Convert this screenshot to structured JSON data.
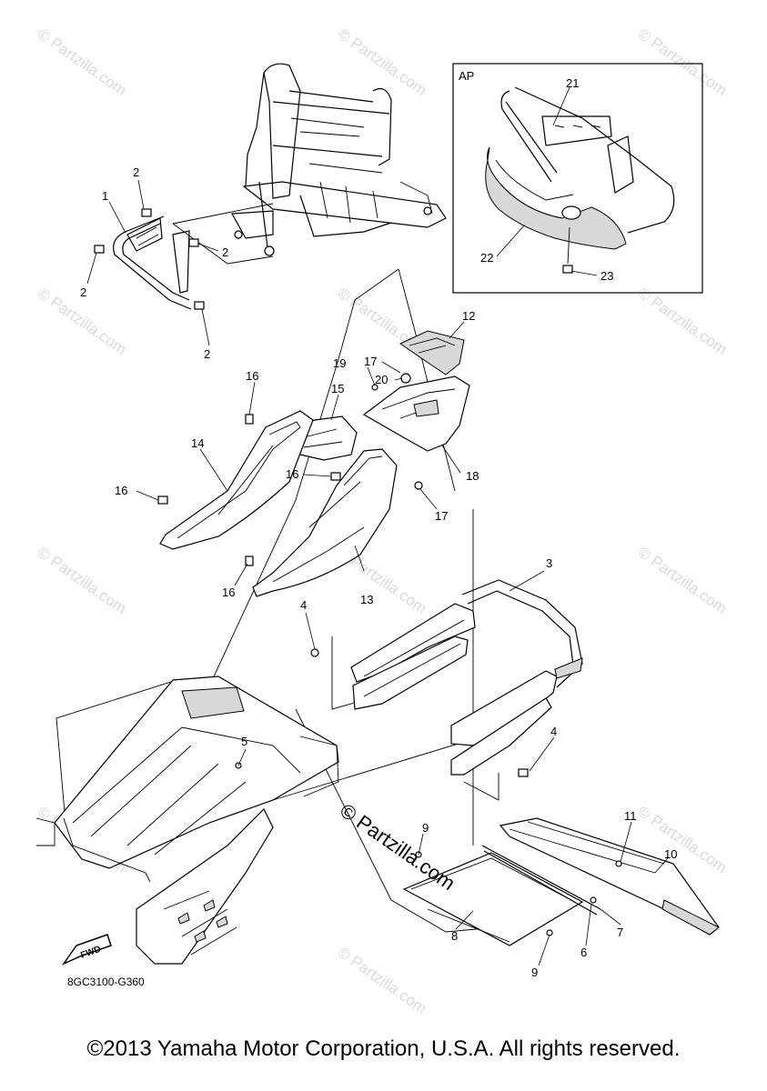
{
  "watermarks": [
    "© Partzilla.com",
    "© Partzilla.com",
    "© Partzilla.com",
    "© Partzilla.com",
    "© Partzilla.com",
    "© Partzilla.com",
    "© Partzilla.com",
    "© Partzilla.com",
    "© Partzilla.com",
    "© Partzilla.com",
    "© Partzilla.com",
    "© Partzilla.com"
  ],
  "center_watermark": "© Partzilla.com",
  "inset": {
    "label": "AP"
  },
  "callouts": {
    "c1": "1",
    "c2a": "2",
    "c2b": "2",
    "c2c": "2",
    "c2d": "2",
    "c3": "3",
    "c4a": "4",
    "c4b": "4",
    "c5": "5",
    "c6": "6",
    "c7": "7",
    "c8": "8",
    "c9a": "9",
    "c9b": "9",
    "c10": "10",
    "c11": "11",
    "c12": "12",
    "c13": "13",
    "c14": "14",
    "c15": "15",
    "c16a": "16",
    "c16b": "16",
    "c16c": "16",
    "c16d": "16",
    "c17a": "17",
    "c17b": "17",
    "c18": "18",
    "c19": "19",
    "c20": "20",
    "c21": "21",
    "c22": "22",
    "c23": "23"
  },
  "fwd_label": "FWD",
  "diagram_code": "8GC3100-G360",
  "copyright": "©2013 Yamaha Motor Corporation, U.S.A. All rights reserved."
}
